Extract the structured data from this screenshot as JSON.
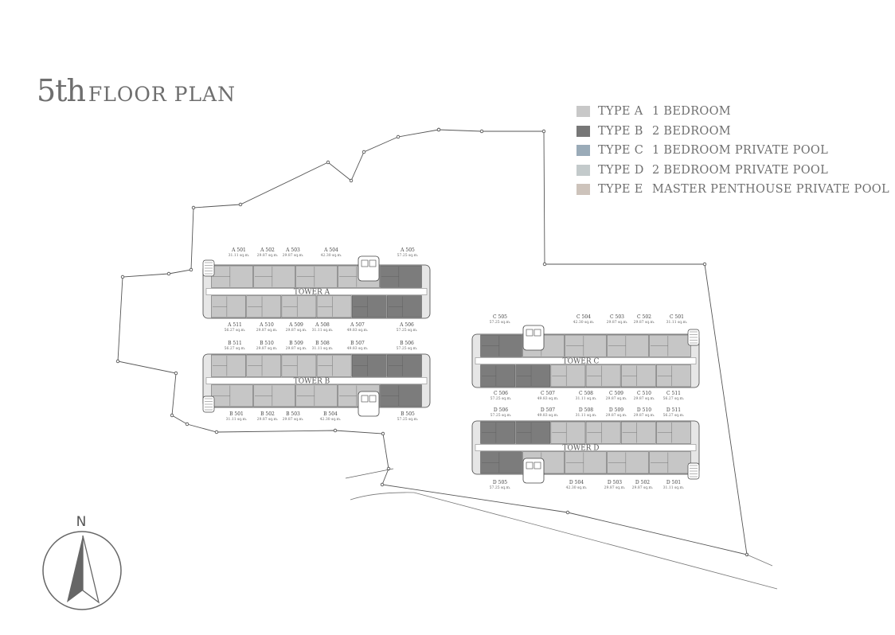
{
  "title": {
    "number": "5th",
    "rest": "FLOOR PLAN"
  },
  "legend": [
    {
      "type": "TYPE A",
      "desc": "1 BEDROOM",
      "color": "#c8c8c8"
    },
    {
      "type": "TYPE B",
      "desc": "2 BEDROOM",
      "color": "#777777"
    },
    {
      "type": "TYPE C",
      "desc": "1 BEDROOM PRIVATE POOL",
      "color": "#9aabb8"
    },
    {
      "type": "TYPE D",
      "desc": "2 BEDROOM PRIVATE POOL",
      "color": "#c3cacb"
    },
    {
      "type": "TYPE E",
      "desc": "MASTER PENTHOUSE PRIVATE POOL",
      "color": "#cdc3bb"
    }
  ],
  "compass": {
    "label": "N"
  },
  "towers": [
    {
      "id": "A",
      "name": "TOWER A",
      "top": [
        {
          "label": "A 501",
          "area": "31.11 sq.m.",
          "type": "A"
        },
        {
          "label": "A 502",
          "area": "29.87 sq.m.",
          "type": "A"
        },
        {
          "label": "A 503",
          "area": "29.87 sq.m.",
          "type": "A"
        },
        {
          "label": "A 504",
          "area": "42.30 sq.m.",
          "type": "A"
        },
        {
          "label": "A 505",
          "area": "57.25 sq.m.",
          "type": "B"
        }
      ],
      "bottom": [
        {
          "label": "A 511",
          "area": "56.27 sq.m.",
          "type": "A"
        },
        {
          "label": "A 510",
          "area": "29.87 sq.m.",
          "type": "A"
        },
        {
          "label": "A 509",
          "area": "29.87 sq.m.",
          "type": "A"
        },
        {
          "label": "A 508",
          "area": "31.11 sq.m.",
          "type": "A"
        },
        {
          "label": "A 507",
          "area": "49.83 sq.m.",
          "type": "B"
        },
        {
          "label": "A 506",
          "area": "57.25 sq.m.",
          "type": "B"
        }
      ]
    },
    {
      "id": "B",
      "name": "TOWER B",
      "top": [
        {
          "label": "B 511",
          "area": "56.27 sq.m.",
          "type": "A"
        },
        {
          "label": "B 510",
          "area": "29.87 sq.m.",
          "type": "A"
        },
        {
          "label": "B 509",
          "area": "29.87 sq.m.",
          "type": "A"
        },
        {
          "label": "B 508",
          "area": "31.11 sq.m.",
          "type": "A"
        },
        {
          "label": "B 507",
          "area": "49.83 sq.m.",
          "type": "B"
        },
        {
          "label": "B 506",
          "area": "57.25 sq.m.",
          "type": "B"
        }
      ],
      "bottom": [
        {
          "label": "B 501",
          "area": "31.11 sq.m.",
          "type": "A"
        },
        {
          "label": "B 502",
          "area": "29.87 sq.m.",
          "type": "A"
        },
        {
          "label": "B 503",
          "area": "29.87 sq.m.",
          "type": "A"
        },
        {
          "label": "B 504",
          "area": "42.30 sq.m.",
          "type": "A"
        },
        {
          "label": "B 505",
          "area": "57.25 sq.m.",
          "type": "B"
        }
      ]
    },
    {
      "id": "C",
      "name": "TOWER C",
      "top": [
        {
          "label": "C 505",
          "area": "57.25 sq.m.",
          "type": "B"
        },
        {
          "label": "C 504",
          "area": "42.30 sq.m.",
          "type": "A"
        },
        {
          "label": "C 503",
          "area": "29.87 sq.m.",
          "type": "A"
        },
        {
          "label": "C 502",
          "area": "29.87 sq.m.",
          "type": "A"
        },
        {
          "label": "C 501",
          "area": "31.11 sq.m.",
          "type": "A"
        }
      ],
      "bottom": [
        {
          "label": "C 506",
          "area": "57.25 sq.m.",
          "type": "B"
        },
        {
          "label": "C 507",
          "area": "49.83 sq.m.",
          "type": "B"
        },
        {
          "label": "C 508",
          "area": "31.11 sq.m.",
          "type": "A"
        },
        {
          "label": "C 509",
          "area": "29.87 sq.m.",
          "type": "A"
        },
        {
          "label": "C 510",
          "area": "29.87 sq.m.",
          "type": "A"
        },
        {
          "label": "C 511",
          "area": "56.27 sq.m.",
          "type": "A"
        }
      ]
    },
    {
      "id": "D",
      "name": "TOWER D",
      "top": [
        {
          "label": "D 506",
          "area": "57.25 sq.m.",
          "type": "B"
        },
        {
          "label": "D 507",
          "area": "49.83 sq.m.",
          "type": "B"
        },
        {
          "label": "D 508",
          "area": "31.11 sq.m.",
          "type": "A"
        },
        {
          "label": "D 509",
          "area": "29.87 sq.m.",
          "type": "A"
        },
        {
          "label": "D 510",
          "area": "29.87 sq.m.",
          "type": "A"
        },
        {
          "label": "D 511",
          "area": "56.27 sq.m.",
          "type": "A"
        }
      ],
      "bottom": [
        {
          "label": "D 505",
          "area": "57.25 sq.m.",
          "type": "B"
        },
        {
          "label": "D 504",
          "area": "42.30 sq.m.",
          "type": "A"
        },
        {
          "label": "D 503",
          "area": "29.87 sq.m.",
          "type": "A"
        },
        {
          "label": "D 502",
          "area": "29.87 sq.m.",
          "type": "A"
        },
        {
          "label": "D 501",
          "area": "31.11 sq.m.",
          "type": "A"
        }
      ]
    }
  ]
}
